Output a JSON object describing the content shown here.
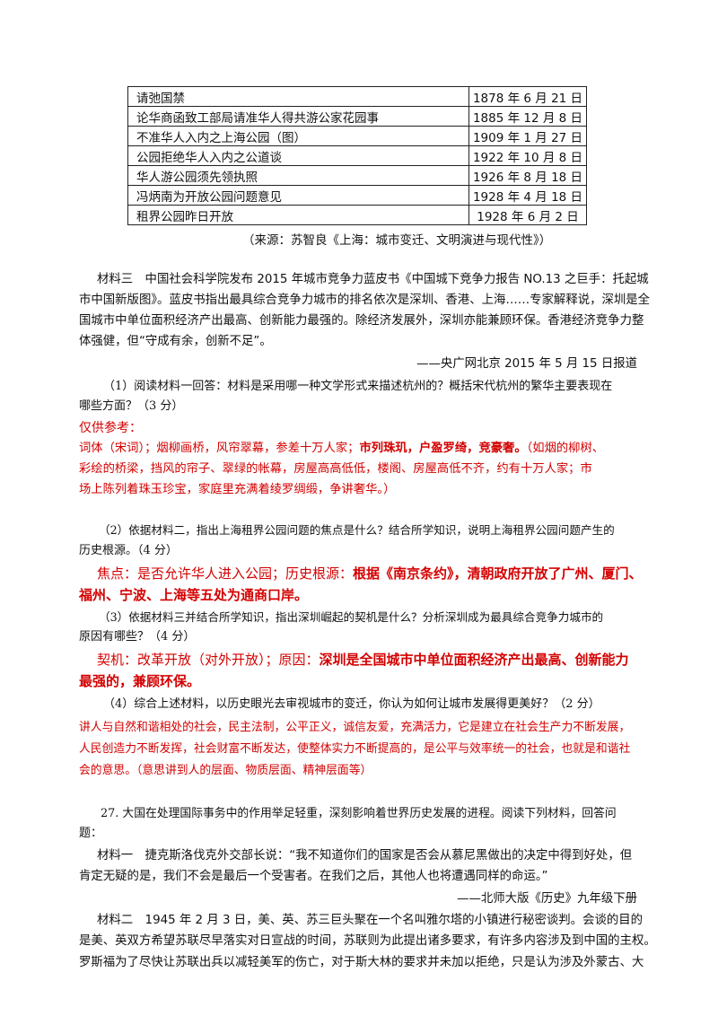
{
  "table": {
    "rows": [
      {
        "event": "请弛国禁",
        "date": "1878 年 6 月 21 日"
      },
      {
        "event": "论华商函致工部局请准华人得共游公家花园事",
        "date": "1885 年 12 月 8 日"
      },
      {
        "event": "不准华人入内之上海公园（图）",
        "date": "1909 年 1 月 27 日"
      },
      {
        "event": "公园拒绝华人入内之公道谈",
        "date": "1922 年 10 月 8 日"
      },
      {
        "event": "华人游公园须先领执照",
        "date": "1926 年 8 月 18 日"
      },
      {
        "event": "冯炳南为开放公园问题意见",
        "date": "1928 年 4 月 18 日"
      },
      {
        "event": "租界公园昨日开放",
        "date": "1928 年 6 月 2 日"
      }
    ],
    "source": "（来源：苏智良《上海：城市变迁、文明演进与现代性》）"
  },
  "material3": {
    "lines": [
      "材料三　中国社会科学院发布 2015 年城市竞争力蓝皮书《中国城下竞争力报告 NO.13 之巨手：托起城",
      "市中国新版图》。蓝皮书指出最具综合竞争力城市的排名依次是深圳、香港、上海……专家解释说，深圳是全",
      "国城市中单位面积经济产出最高、创新能力最强的。除经济发展外，深圳亦能兼顾环保。香港经济竞争力整",
      "体强健，但“守成有余，创新不足”。"
    ],
    "credit": "——央广网北京 2015 年 5 月 15 日报道"
  },
  "q1": {
    "lines": [
      "（1）阅读材料一回答：材料是采用哪一种文学形式来描述杭州的？概括宋代杭州的繁华主要表现在",
      "哪些方面？（3 分）"
    ],
    "ref_label": "仅供参考：",
    "answer_part1": "词体（宋词）；烟柳画桥，风帘翠幕，参差十万人家；",
    "answer_bold": "市列珠玑，户盈罗绮，竞豪奢。",
    "answer_part2": "（如烟的柳树、",
    "answer_line2": "彩绘的桥梁，挡风的帘子、翠绿的帐幕，房屋高高低低，楼阁、房屋高低不齐，约有十万人家；市",
    "answer_line3": "场上陈列着珠玉珍宝，家庭里充满着绫罗绸缎，争讲奢华。）"
  },
  "q2": {
    "lines": [
      "（2）依据材料二，指出上海租界公园问题的焦点是什么？结合所学知识，说明上海租界公园问题产生的",
      "历史根源。（4 分）"
    ],
    "answer_part1": "焦点：是否允许华人进入公园；历史根源：",
    "answer_bold1": "根据《南京条约》，清朝政府开放了广州、厦门、",
    "answer_bold2": "福州、宁波、上海等五处为通商口岸。"
  },
  "q3": {
    "lines": [
      "（3）依据材料三并结合所学知识，指出深圳崛起的契机是什么？分析深圳成为最具综合竞争力城市的",
      "原因有哪些？（4 分）"
    ],
    "answer_part1": "契机：改革开放（对外开放）；原因：",
    "answer_bold1": "深圳是全国城市中单位面积经济产出最高、创新能力",
    "answer_bold2": "最强的，兼顾环保。"
  },
  "q4": {
    "line": "（4）综合上述材料，以历史眼光去审视城市的变迁，你认为如何让城市发展得更美好？（2 分）",
    "answer_lines": [
      "讲人与自然和谐相处的社会，民主法制，公平正义，诚信友爱，充满活力，它是建立在社会生产力不断发展，",
      "人民创造力不断发挥，社会财富不断发达，使整体实力不断提高的，是公平与效率统一的社会，也就是和谐社",
      "会的意思。（意思讲到人的层面、物质层面、精神层面等）"
    ]
  },
  "q27": {
    "lines": [
      "27. 大国在处理国际事务中的作用举足轻重，深刻影响着世界历史发展的进程。阅读下列材料，回答问",
      "题："
    ],
    "material1_lines": [
      "材料一　捷克斯洛伐克外交部长说：“我不知道你们的国家是否会从慕尼黑做出的决定中得到好处，但",
      "肯定无疑的是，我们不会是最后一个受害者。在我们之后，其他人也将遭遇同样的命运。”"
    ],
    "material1_credit": "——北师大版《历史》九年级下册",
    "material2_lines": [
      "材料二　1945 年 2 月 3 日，美、英、苏三巨头聚在一个名叫雅尔塔的小镇进行秘密谈判。会谈的目的",
      "是美、英双方希望苏联尽早落实对日宣战的时间，苏联则为此提出诸多要求，有许多内容涉及到中国的主权。",
      "罗斯福为了尽快让苏联出兵以减轻美军的伤亡，对于斯大林的要求并未加以拒绝，只是认为涉及外蒙古、大"
    ]
  },
  "colors": {
    "answer_red": "#d40000"
  }
}
